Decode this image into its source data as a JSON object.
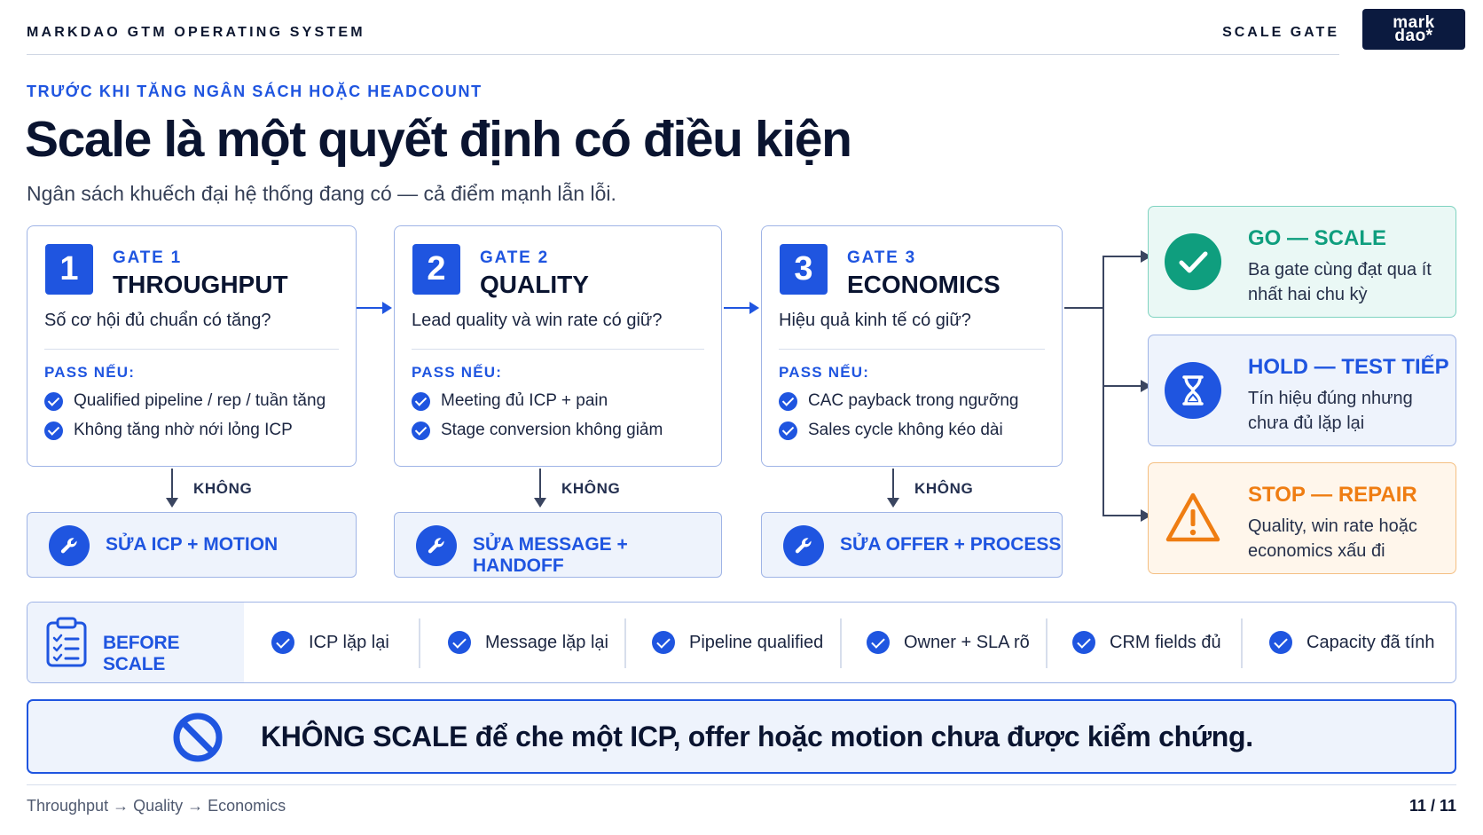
{
  "header": {
    "system": "MARKDAO GTM OPERATING SYSTEM",
    "section": "SCALE GATE",
    "logo_line1": "mark",
    "logo_line2": "dao*"
  },
  "eyebrow": "TRƯỚC KHI TĂNG NGÂN SÁCH HOẶC HEADCOUNT",
  "title": "Scale là một quyết định có điều kiện",
  "subtitle": "Ngân sách khuếch đại hệ thống đang có — cả điểm mạnh lẫn lỗi.",
  "gates": [
    {
      "number": "1",
      "label": "GATE 1",
      "name": "THROUGHPUT",
      "question": "Số cơ hội đủ chuẩn có tăng?",
      "pass_label": "PASS NẾU:",
      "items": [
        "Qualified pipeline / rep / tuần tăng",
        "Không tăng nhờ nới lỏng ICP"
      ],
      "no_label": "KHÔNG",
      "fix": "SỬA ICP + MOTION"
    },
    {
      "number": "2",
      "label": "GATE 2",
      "name": "QUALITY",
      "question": "Lead quality và win rate có giữ?",
      "pass_label": "PASS NẾU:",
      "items": [
        "Meeting đủ ICP + pain",
        "Stage conversion không giảm"
      ],
      "no_label": "KHÔNG",
      "fix": "SỬA MESSAGE + HANDOFF"
    },
    {
      "number": "3",
      "label": "GATE 3",
      "name": "ECONOMICS",
      "question": "Hiệu quả kinh tế có giữ?",
      "pass_label": "PASS NẾU:",
      "items": [
        "CAC payback trong ngưỡng",
        "Sales cycle không kéo dài"
      ],
      "no_label": "KHÔNG",
      "fix": "SỬA OFFER + PROCESS"
    }
  ],
  "outcomes": [
    {
      "title": "GO — SCALE",
      "description": "Ba gate cùng đạt qua ít nhất hai chu kỳ",
      "icon": "check-circle-icon",
      "color": "#0f9e7e"
    },
    {
      "title": "HOLD — TEST TIẾP",
      "description": "Tín hiệu đúng nhưng chưa đủ lặp lại",
      "icon": "hourglass-icon",
      "color": "#1f55e0"
    },
    {
      "title": "STOP — REPAIR",
      "description": "Quality, win rate hoặc economics xấu đi",
      "icon": "warning-triangle-icon",
      "color": "#ef7d12"
    }
  ],
  "checklist": {
    "label": "BEFORE SCALE",
    "items": [
      "ICP lặp lại",
      "Message lặp lại",
      "Pipeline qualified",
      "Owner + SLA rõ",
      "CRM fields đủ",
      "Capacity đã tính"
    ]
  },
  "banner": "KHÔNG SCALE để che một ICP, offer hoặc motion chưa được kiểm chứng.",
  "footer": {
    "flow": "Throughput → Quality → Economics",
    "page": "11 / 11"
  },
  "colors": {
    "accent": "#1f55e0",
    "go": "#0f9e7e",
    "stop": "#ef7d12",
    "navy": "#0b1a3f"
  }
}
